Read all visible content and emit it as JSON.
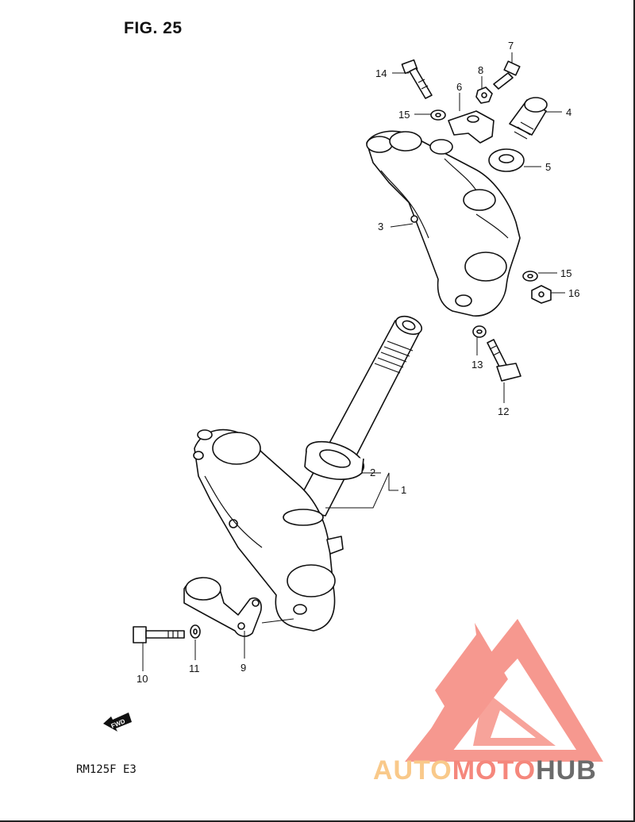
{
  "figure": {
    "title": "FIG. 25",
    "model_code": "RM125F E3"
  },
  "fwd_label": "FWD",
  "callouts": [
    {
      "id": "c1",
      "label": "1"
    },
    {
      "id": "c2",
      "label": "2"
    },
    {
      "id": "c3",
      "label": "3"
    },
    {
      "id": "c4",
      "label": "4"
    },
    {
      "id": "c5",
      "label": "5"
    },
    {
      "id": "c6",
      "label": "6"
    },
    {
      "id": "c7",
      "label": "7"
    },
    {
      "id": "c8",
      "label": "8"
    },
    {
      "id": "c9",
      "label": "9"
    },
    {
      "id": "c10",
      "label": "10"
    },
    {
      "id": "c11",
      "label": "11"
    },
    {
      "id": "c12",
      "label": "12"
    },
    {
      "id": "c13",
      "label": "13"
    },
    {
      "id": "c14",
      "label": "14"
    },
    {
      "id": "c15a",
      "label": "15"
    },
    {
      "id": "c15b",
      "label": "15"
    },
    {
      "id": "c16",
      "label": "16"
    }
  ],
  "watermark": {
    "part1": "AUTO",
    "part2": "MOTO",
    "part3": "HUB",
    "colors": {
      "auto": "#f9c98a",
      "moto": "#f5877c",
      "hub": "#6b6b6b",
      "mark": "#f5877c"
    }
  }
}
